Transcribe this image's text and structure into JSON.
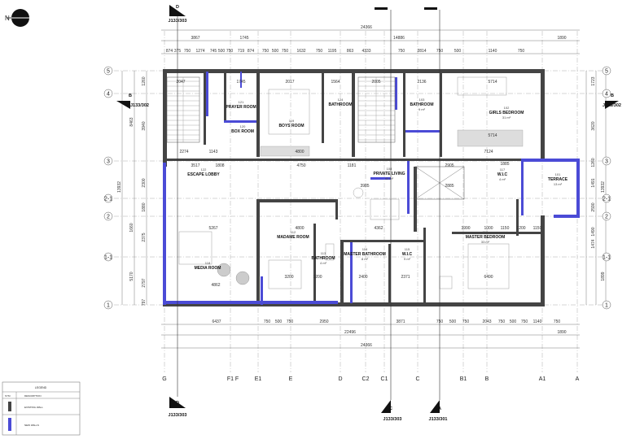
{
  "north_label": "N",
  "top_dims": {
    "total": "24366",
    "row1": [
      "3867",
      "1745",
      "14886",
      "1890"
    ],
    "row2": [
      "874",
      "375",
      "750",
      "1274",
      "745",
      "500",
      "750",
      "719",
      "874",
      "750",
      "500",
      "750",
      "1632",
      "750",
      "1195",
      "863",
      "4333",
      "750",
      "2814",
      "750",
      "500",
      "1140",
      "750"
    ]
  },
  "bottom_dims": {
    "row1": [
      "6437",
      "750",
      "500",
      "750",
      "2950",
      "3871",
      "750",
      "500",
      "750",
      "2043",
      "750",
      "500",
      "750",
      "1140",
      "750"
    ],
    "row2": [
      "22496",
      "1890"
    ],
    "total": "24366"
  },
  "axes_v": [
    "G",
    "F1",
    "F",
    "E1",
    "E",
    "D",
    "C2",
    "C1",
    "C",
    "B1",
    "B",
    "A1",
    "A"
  ],
  "axes_h": [
    "5",
    "4",
    "3",
    "2-1",
    "2",
    "1-1",
    "1"
  ],
  "left_dims": [
    "1260",
    "3940",
    "2300",
    "1880",
    "2375",
    "2797",
    "797",
    "8463",
    "13932",
    "1660",
    "5170"
  ],
  "right_dims": [
    "1723",
    "3620",
    "1260",
    "1491",
    "2590",
    "1490",
    "1474",
    "1899",
    "13932"
  ],
  "section_marks": {
    "top_d": {
      "letter": "D",
      "ref": "J133/303"
    },
    "bottom_d": {
      "letter": "D",
      "ref": "J133/303"
    },
    "bottom_c": {
      "letter": "C",
      "ref": "J133/303"
    },
    "bottom_a": {
      "letter": "A",
      "ref": "J133/301"
    },
    "left_b": {
      "letter": "B",
      "ref": "J133/302"
    },
    "right_b": {
      "letter": "B",
      "ref": "J133/302"
    }
  },
  "rooms": [
    {
      "id": "121",
      "name": "PRAYER ROOM"
    },
    {
      "id": "120",
      "name": "BOX ROOM"
    },
    {
      "id": "119",
      "name": "BOYS ROOM"
    },
    {
      "id": "124",
      "name": "BATHROOM"
    },
    {
      "id": "103",
      "name": "BATHROOM",
      "area": "9 m²"
    },
    {
      "id": "102",
      "name": "GIRLS BEDROOM",
      "area": "31 m²"
    },
    {
      "id": "122",
      "name": "ESCAPE LOBBY"
    },
    {
      "id": "108",
      "name": "PRIVATE LIVING",
      "area": "42 m²"
    },
    {
      "id": "117",
      "name": "W.I.C",
      "area": "4 m²"
    },
    {
      "id": "101",
      "name": "TERRACE",
      "area": "13 m²"
    },
    {
      "id": "112",
      "name": "MADAME ROOM"
    },
    {
      "id": "113",
      "name": "BATHROOM",
      "area": "4 m²"
    },
    {
      "id": "114",
      "name": "MASTER BATHROOM",
      "area": "8 m²"
    },
    {
      "id": "115",
      "name": "W.I.C",
      "area": "9 m²"
    },
    {
      "id": "116",
      "name": "MASTER BEDROOM",
      "area": "33 m²"
    },
    {
      "id": "118",
      "name": "MEDIA ROOM"
    }
  ],
  "room_dims": [
    "2047",
    "1745",
    "2017",
    "1564",
    "2005",
    "2136",
    "5714",
    "5714",
    "4800",
    "2274",
    "1143",
    "7124",
    "1885",
    "4750",
    "1181",
    "1808",
    "3517",
    "4800",
    "4362",
    "3990",
    "4862",
    "5267",
    "3200",
    "1200",
    "2400",
    "2371",
    "6490",
    "1000",
    "1150",
    "1200",
    "1150",
    "3985",
    "2905",
    "2885"
  ],
  "legend": {
    "title": "LEGEND",
    "headers": [
      "SYM",
      "DESCRIPTION"
    ],
    "rows": [
      "EXISTING WALL",
      "NEW WALLS"
    ]
  },
  "colors": {
    "new_wall": "#4b4bd6",
    "existing_wall": "#444444",
    "ink": "#222222"
  }
}
